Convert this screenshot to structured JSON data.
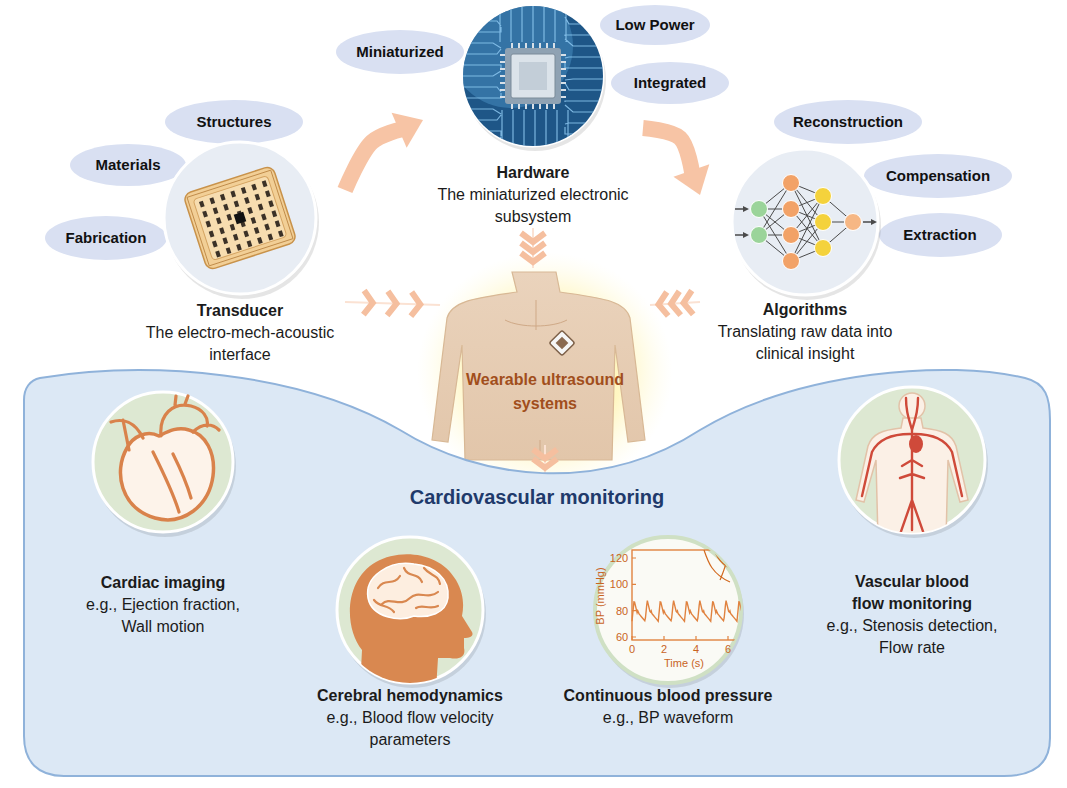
{
  "diagram": {
    "nodes": [
      {
        "text": [
          "Structures"
        ]
      },
      {
        "text": [
          "Materials"
        ]
      },
      {
        "text": [
          "Fabrication"
        ]
      },
      {
        "text": [
          "Transducer",
          "The electro-mech-acoustic interface"
        ]
      },
      {
        "text": [
          "Miniaturized"
        ]
      },
      {
        "text": [
          "Low Power"
        ]
      },
      {
        "text": [
          "Integrated"
        ]
      },
      {
        "text": [
          "Hardware",
          "The miniaturized electronic subsystem"
        ]
      },
      {
        "text": [
          "Reconstruction"
        ]
      },
      {
        "text": [
          "Compensation"
        ]
      },
      {
        "text": [
          "Extraction"
        ]
      },
      {
        "text": [
          "Algorithms",
          "Translating raw data into clinical insight"
        ]
      },
      {
        "text": [
          "Wearable ultrasound systems"
        ]
      },
      {
        "text": [
          "Cardiovascular monitoring"
        ]
      },
      {
        "text": [
          "Cardiac imaging",
          "e.g., Ejection fraction, Wall motion"
        ],
        "in": 13
      },
      {
        "text": [
          "Cerebral hemodynamics",
          "e.g., Blood flow velocity parameters"
        ],
        "in": 13
      },
      {
        "text": [
          "Continuous blood pressure",
          "e.g., BP waveform"
        ],
        "in": 13
      },
      {
        "text": [
          "Vascular blood flow monitoring",
          "e.g., Stenosis detection, Flow rate"
        ],
        "in": 13
      }
    ],
    "edges": [
      {
        "from": 3,
        "to": 7,
        "arrow": "to"
      },
      {
        "from": 7,
        "to": 11,
        "arrow": "to"
      },
      {
        "from": 3,
        "to": 12,
        "arrow": "to"
      },
      {
        "from": 7,
        "to": 12,
        "arrow": "to"
      },
      {
        "from": 11,
        "to": 12,
        "arrow": "to"
      },
      {
        "from": 12,
        "to": 13,
        "arrow": "to"
      }
    ],
    "labels": [
      "120",
      "100",
      "80",
      "60",
      "0",
      "2",
      "4",
      "6",
      "BP (mmHg)",
      "Time (s)"
    ]
  }
}
